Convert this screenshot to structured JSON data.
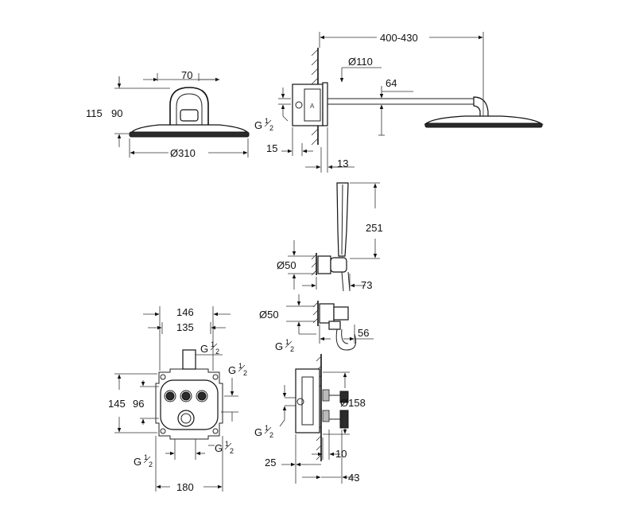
{
  "dimensions": {
    "head_front": {
      "neck_width": "70",
      "height_total": "115",
      "height_body": "90",
      "head_diameter": "Ø310"
    },
    "side_view": {
      "arm_reach": "400-430",
      "flange_diameter": "Ø110",
      "arm_offset": "64",
      "thread": "G",
      "thread_frac_num": "1",
      "thread_frac_den": "2",
      "wall_depth": "15",
      "wall_offset": "13",
      "box_marker": "A"
    },
    "hand_shower": {
      "length": "251",
      "holder_diameter": "Ø50",
      "holder_offset": "73",
      "outlet_diameter": "Ø50",
      "outlet_thread": "G",
      "outlet_frac_num": "1",
      "outlet_frac_den": "2",
      "outlet_offset": "56"
    },
    "thermostat_front": {
      "width_outer": "146",
      "width_inner": "135",
      "height_outer": "145",
      "height_inner": "96",
      "width_box": "180",
      "thread_top": "G",
      "thread_right": "G",
      "thread_bottom_left": "G",
      "thread_bottom_right": "G",
      "frac_num": "1",
      "frac_den": "2"
    },
    "thermostat_side": {
      "rosette_diameter": "Ø158",
      "thread": "G",
      "frac_num": "1",
      "frac_den": "2",
      "depth_min": "25",
      "depth_front": "10",
      "depth_total": "43"
    }
  }
}
